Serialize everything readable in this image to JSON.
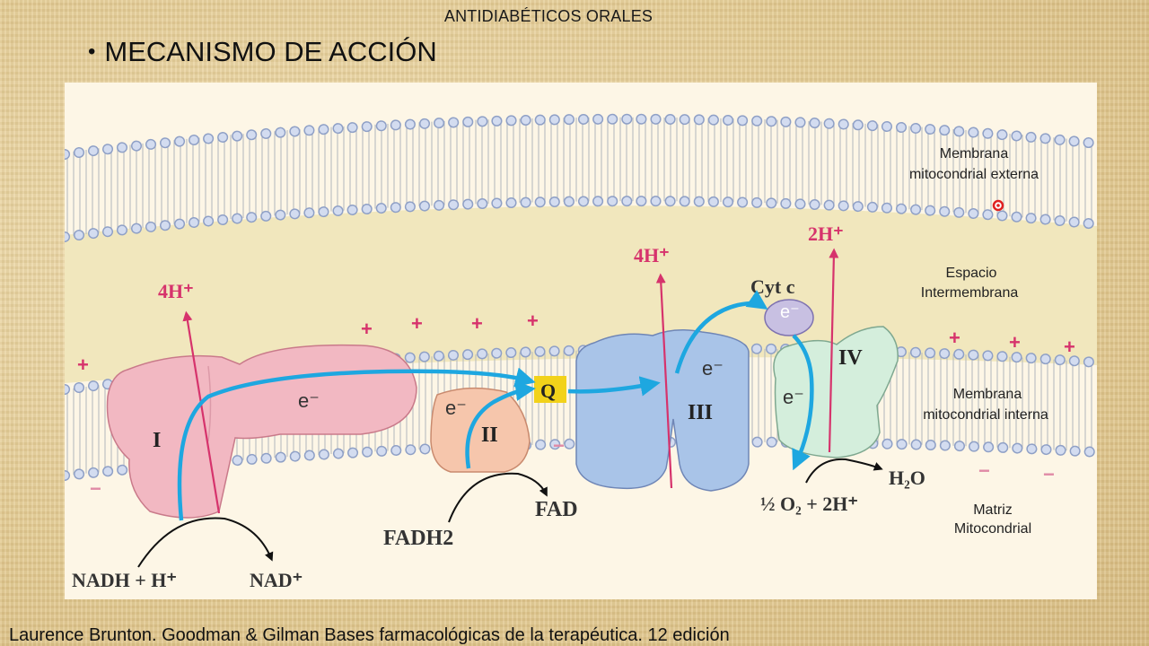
{
  "header": {
    "title": "ANTIDIABÉTICOS ORALES",
    "bullet": "MECANISMO DE ACCIÓN"
  },
  "figure": {
    "regions": {
      "outer_membrane_line1": "Membrana",
      "outer_membrane_line2": "mitocondrial externa",
      "intermembrane_line1": "Espacio",
      "intermembrane_line2": "Intermembrana",
      "inner_membrane_line1": "Membrana",
      "inner_membrane_line2": "mitocondrial interna",
      "matrix_line1": "Matriz",
      "matrix_line2": "Mitocondrial"
    },
    "complexes": {
      "c1": "I",
      "c2": "II",
      "c3": "III",
      "c4": "IV",
      "q": "Q",
      "cyt_c": "Cyt c"
    },
    "electrons": {
      "e1": "e⁻",
      "e2": "e⁻",
      "e3": "e⁻",
      "e4": "e⁻",
      "e5": "e⁻"
    },
    "protons": {
      "p1": "4H⁺",
      "p3": "4H⁺",
      "p4": "2H⁺"
    },
    "reactions": {
      "nadh": "NADH + H⁺",
      "nad": "NAD⁺",
      "fadh2": "FADH2",
      "fad": "FAD",
      "oxygen": "½ O₂ + 2H⁺",
      "water": "H₂O"
    },
    "charges": {
      "plus": "+",
      "minus": "−"
    },
    "colors": {
      "complex_I": "#f2b8c2",
      "complex_II": "#f6c6ac",
      "complex_III": "#a9c4e8",
      "complex_IV": "#d4eedc",
      "q_box": "#f2d21a",
      "electron_path": "#1ea7e0",
      "proton_arrow": "#d6336c",
      "intermembrane": "#f1e7bd",
      "matrix": "#fdf6e6"
    }
  },
  "citation": "Laurence Brunton. Goodman & Gilman Bases farmacológicas de la terapéutica. 12 edición"
}
